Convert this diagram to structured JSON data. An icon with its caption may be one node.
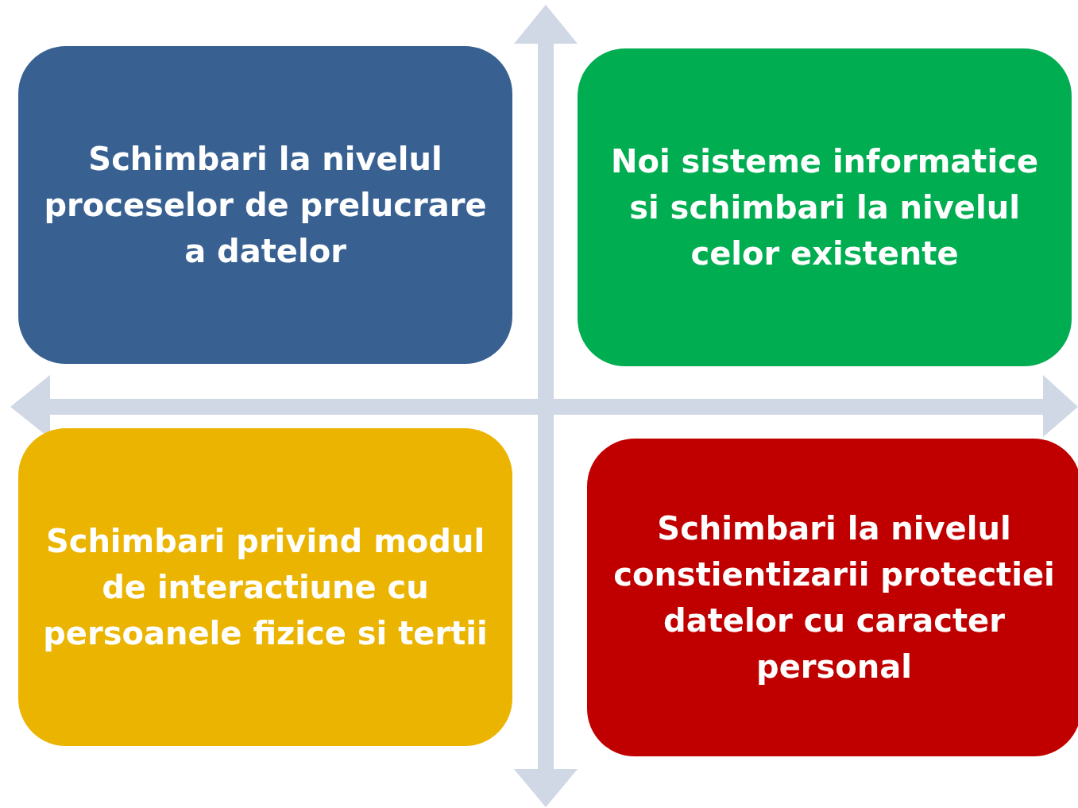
{
  "diagram": {
    "nodes": [
      {
        "text": [
          "Schimbari la nivelul proceselor de prelucrare a datelor"
        ]
      },
      {
        "text": [
          "Noi sisteme informatice si schimbari la nivelul celor existente"
        ]
      },
      {
        "text": [
          "Schimbari privind modul de interactiune cu persoanele fizice si tertii"
        ]
      },
      {
        "text": [
          "Schimbari la nivelul constientizarii protectiei datelor cu caracter personal"
        ]
      }
    ]
  }
}
